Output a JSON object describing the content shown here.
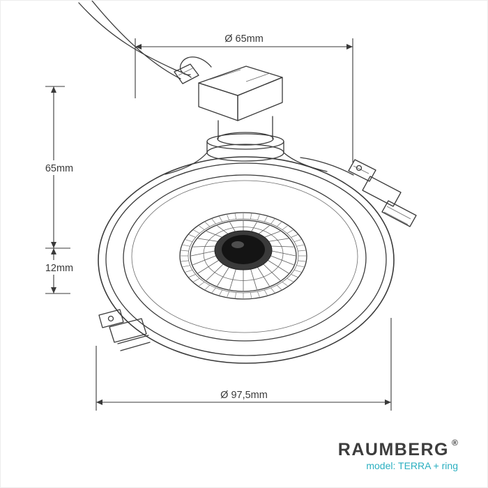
{
  "drawing": {
    "dimensions": {
      "top_diameter": "Ø 65mm",
      "body_height": "65mm",
      "ring_height": "12mm",
      "overall_diameter": "Ø 97,5mm"
    },
    "branding": {
      "name": "RAUMBERG",
      "registered_mark": "®",
      "model": "model: TERRA + ring",
      "accent_color": "#2aafc0",
      "text_color": "#3d3d3d"
    },
    "line_color": "#3a3a3a"
  }
}
